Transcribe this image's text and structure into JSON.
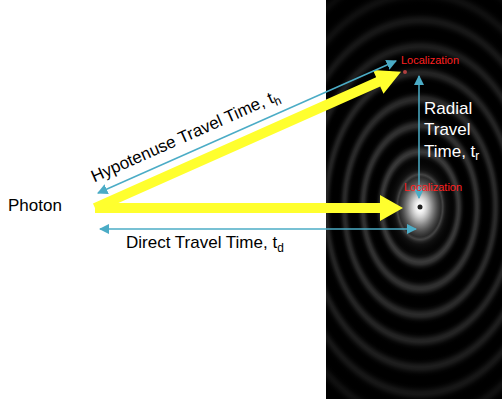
{
  "diagram": {
    "labels": [
      "Photon",
      "Localization",
      "Localization",
      "Hypotenuse Travel Time, t",
      "h",
      "Direct Travel Time, t",
      "d",
      "Radial Travel Time, t",
      "r"
    ]
  }
}
